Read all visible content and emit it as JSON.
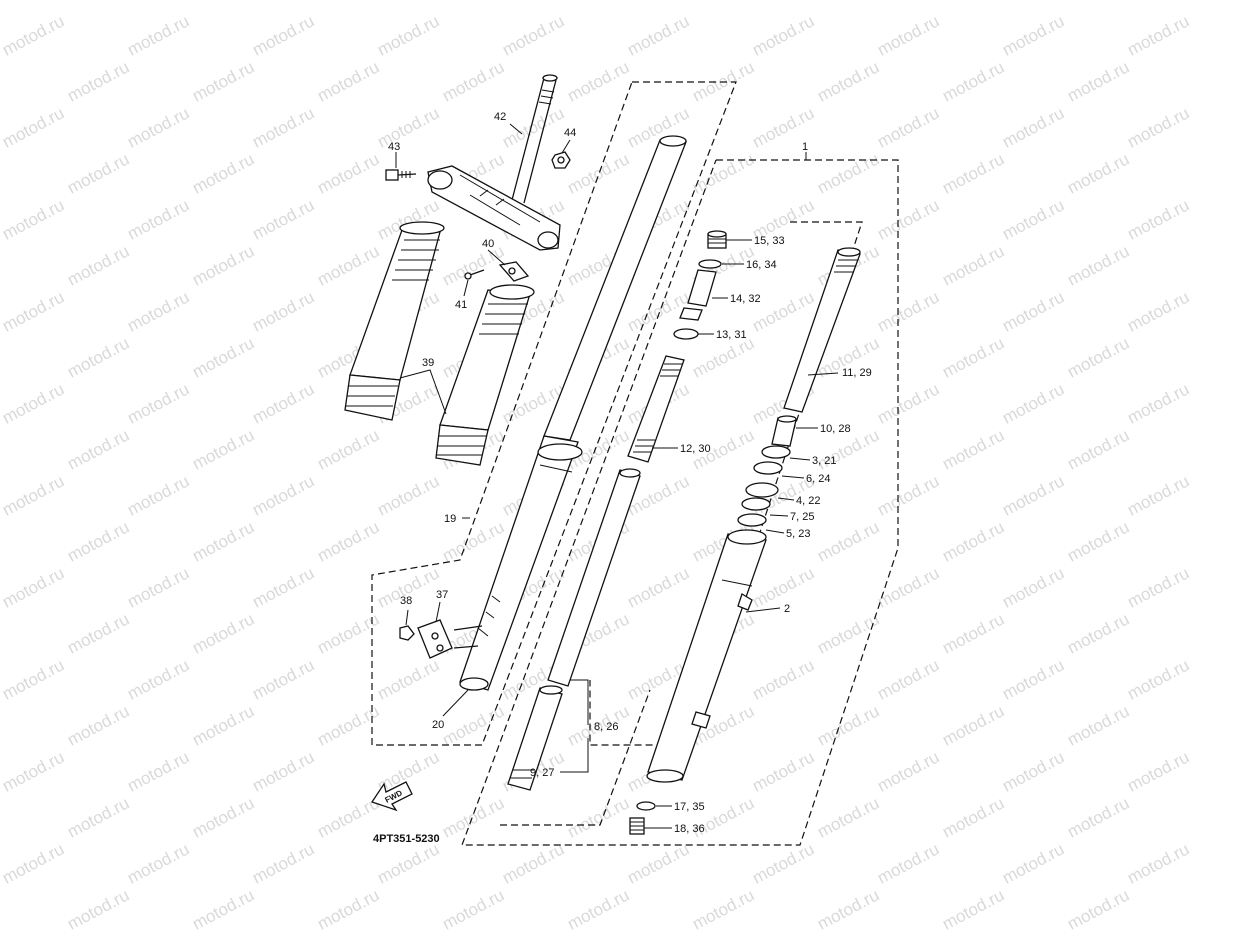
{
  "watermark": "motod.ru",
  "diagram_code": "4PT351-5230",
  "fwd_label": "FWD",
  "labels": {
    "l1": "1",
    "l2": "2",
    "l3_21": "3, 21",
    "l4_22": "4, 22",
    "l5_23": "5, 23",
    "l6_24": "6, 24",
    "l7_25": "7, 25",
    "l8_26": "8, 26",
    "l9_27": "9, 27",
    "l10_28": "10, 28",
    "l11_29": "11, 29",
    "l12_30": "12, 30",
    "l13_31": "13, 31",
    "l14_32": "14, 32",
    "l15_33": "15, 33",
    "l16_34": "16, 34",
    "l17_35": "17, 35",
    "l18_36": "18, 36",
    "l19": "19",
    "l20": "20",
    "l37": "37",
    "l38": "38",
    "l39": "39",
    "l40": "40",
    "l41": "41",
    "l42": "42",
    "l43": "43",
    "l44": "44"
  }
}
